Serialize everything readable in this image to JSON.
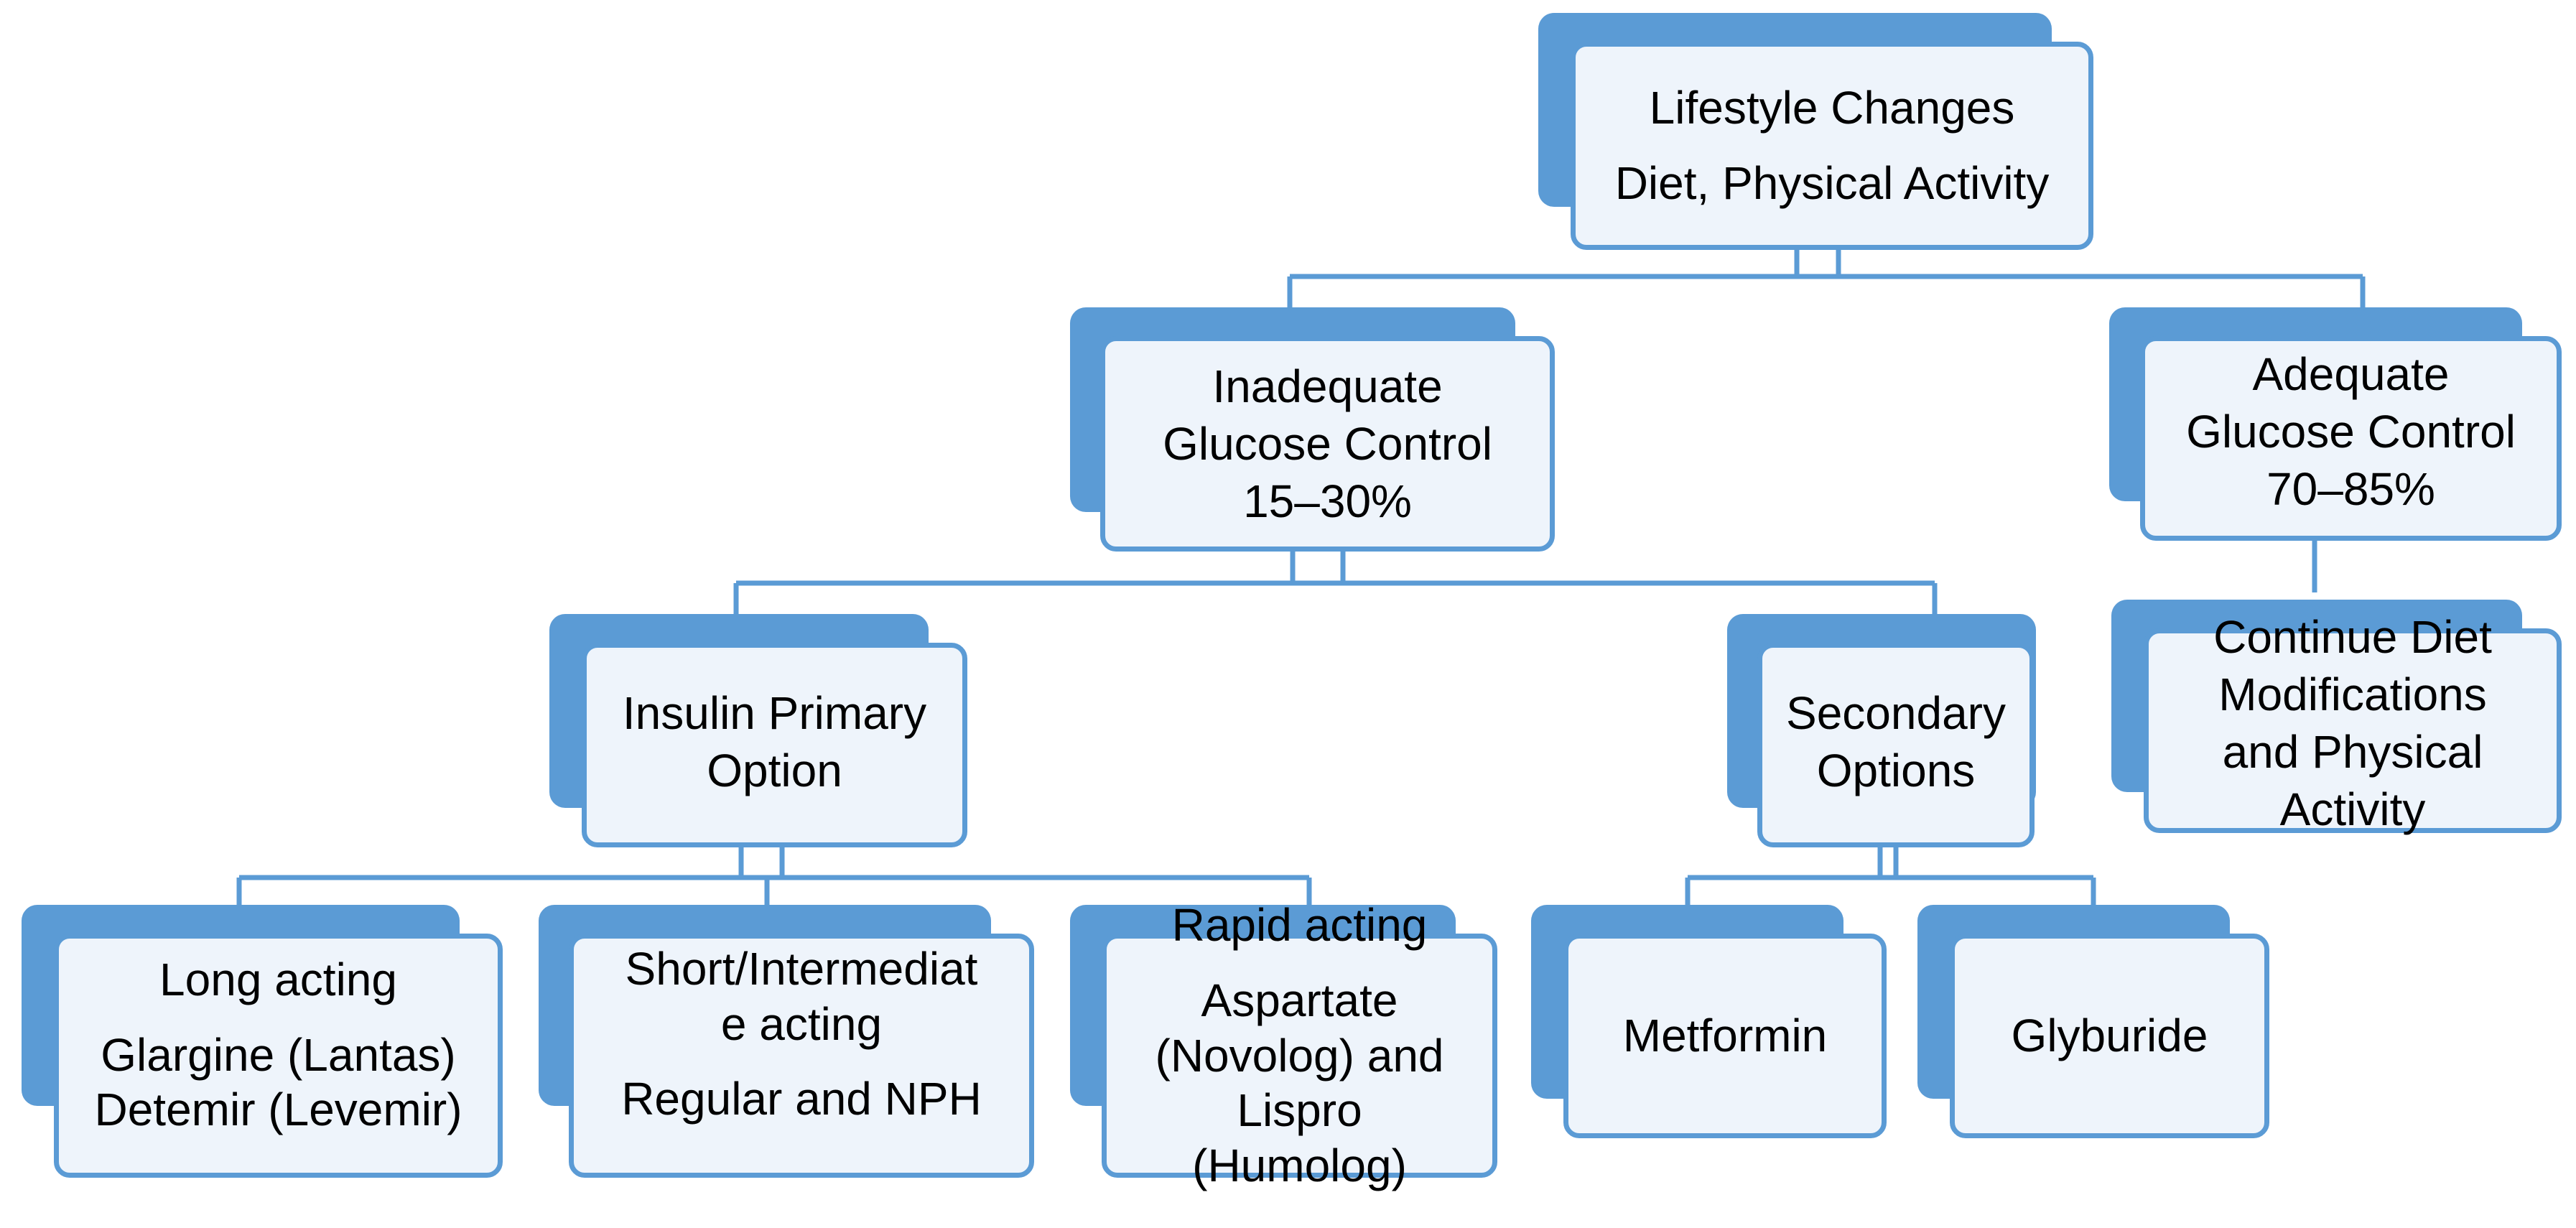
{
  "colors": {
    "accent": "#5b9bd5",
    "box_fill": "#eef4fb",
    "text": "#000000"
  },
  "nodes": {
    "lifestyle": {
      "lines": [
        "Lifestyle Changes",
        "Diet, Physical Activity"
      ]
    },
    "inadequate": {
      "lines": [
        "Inadequate",
        "Glucose Control",
        "15–30%"
      ]
    },
    "adequate": {
      "lines": [
        "Adequate",
        "Glucose Control",
        "70–85%"
      ]
    },
    "insulin": {
      "lines": [
        "Insulin Primary",
        "Option"
      ]
    },
    "secondary": {
      "lines": [
        "Secondary",
        "Options"
      ]
    },
    "continue": {
      "lines": [
        "Continue Diet",
        "Modifications",
        "and Physical",
        "Activity"
      ]
    },
    "long": {
      "lines": [
        "Long acting",
        "Glargine (Lantas)",
        "Detemir (Levemir)"
      ]
    },
    "short": {
      "lines": [
        "Short/Intermediat",
        "e acting",
        "Regular and NPH"
      ]
    },
    "rapid": {
      "lines": [
        "Rapid acting",
        "Aspartate",
        "(Novolog)  and",
        "Lispro",
        "(Humolog)"
      ]
    },
    "metformin": {
      "lines": [
        "Metformin"
      ]
    },
    "glyburide": {
      "lines": [
        "Glyburide"
      ]
    }
  }
}
